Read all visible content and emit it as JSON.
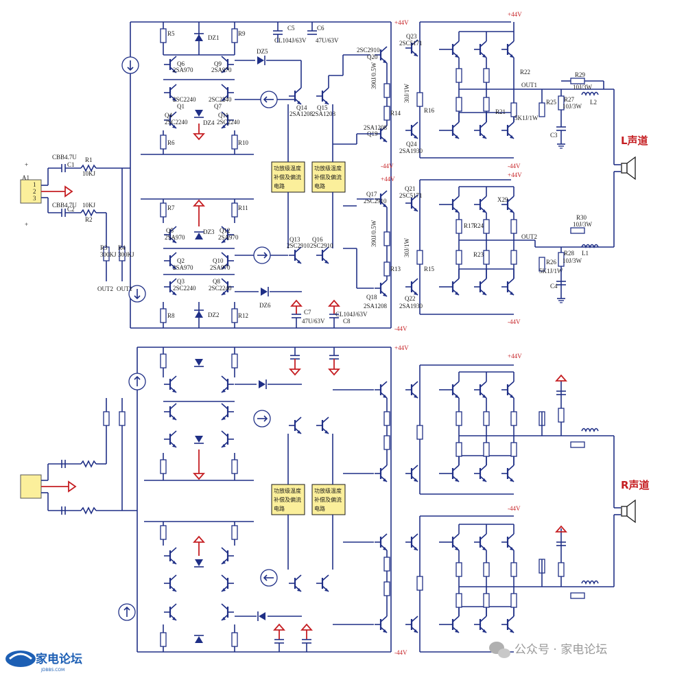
{
  "channels": {
    "left": "L声道",
    "right": "R声道"
  },
  "rails": {
    "pos": "+44V",
    "neg": "-44V",
    "pos_flip": "+44V",
    "neg_flip": "-44V"
  },
  "comp_box": [
    "功放级温度",
    "补偿及偏流",
    "电路"
  ],
  "watermark": {
    "text": "公众号 · 家电论坛",
    "logo": "家电论坛",
    "logo_sub": "JDBBS.COM"
  },
  "top": {
    "input": {
      "name": "A1",
      "pins": [
        "1",
        "2",
        "3"
      ],
      "plus_top": "+",
      "plus_bot": "+"
    },
    "caps": [
      {
        "ref": "C1",
        "val": "CBB4.7U"
      },
      {
        "ref": "C2",
        "val": "CBB4.7U"
      }
    ],
    "input_res": [
      {
        "ref": "R1",
        "val": "10KJ"
      },
      {
        "ref": "R2",
        "val": "10KJ"
      }
    ],
    "bias_res": [
      {
        "ref": "R3",
        "val": "300KJ"
      },
      {
        "ref": "R4",
        "val": "300KJ"
      }
    ],
    "outs": [
      "OUT2",
      "OUT1"
    ],
    "resistors": [
      "R5",
      "R9",
      "R6",
      "R10",
      "R7",
      "R11",
      "R8",
      "R12"
    ],
    "zeners": [
      "DZ1",
      "DZ4",
      "DZ3",
      "DZ2",
      "DZ5",
      "DZ6"
    ],
    "q_top": [
      {
        "ref": "Q6",
        "type": "2SA970"
      },
      {
        "ref": "Q9",
        "type": "2SA970"
      },
      {
        "ref": "Q1",
        "type": "2SC2240"
      },
      {
        "ref": "Q7",
        "type": "2SC2240"
      },
      {
        "ref": "Q4",
        "type": "2SC2240"
      },
      {
        "ref": "Q11",
        "type": "2SC2240"
      },
      {
        "ref": "Q14",
        "type": "2SA1208"
      },
      {
        "ref": "Q15",
        "type": "2SA1208"
      }
    ],
    "q_mid": [
      {
        "ref": "Q5",
        "type": "2SA970"
      },
      {
        "ref": "Q12",
        "type": "2SA970"
      },
      {
        "ref": "Q2",
        "type": "2SA970"
      },
      {
        "ref": "Q10",
        "type": "2SA970"
      },
      {
        "ref": "Q3",
        "type": "2SC2240"
      },
      {
        "ref": "Q8",
        "type": "2SC2240"
      },
      {
        "ref": "Q13",
        "type": "2SC2910"
      },
      {
        "ref": "Q16",
        "type": "2SC2910"
      }
    ],
    "caps_top": [
      {
        "ref": "C5",
        "val": "CL104J/63V"
      },
      {
        "ref": "C6",
        "val": "47U/63V"
      }
    ],
    "caps_bot": [
      {
        "ref": "C7",
        "val": "47U/63V"
      },
      {
        "ref": "C8",
        "val": "CL104J/63V"
      }
    ],
    "drivers": [
      {
        "ref": "Q20",
        "type": "2SC2910"
      },
      {
        "ref": "Q19",
        "type": "2SA1208"
      },
      {
        "ref": "Q17",
        "type": "2SC2910"
      },
      {
        "ref": "Q18",
        "type": "2SA1208"
      }
    ],
    "power": [
      {
        "ref": "Q23",
        "type": "2SC5171"
      },
      {
        "ref": "Q24",
        "type": "2SA1930"
      },
      {
        "ref": "Q21",
        "type": "2SC5171"
      },
      {
        "ref": "Q22",
        "type": "2SA1930"
      }
    ],
    "emitter_res": [
      "390J/0.5W",
      "390J/0.5W",
      "30J/1W",
      "30J/1W"
    ],
    "r_labels": [
      "R13",
      "R14",
      "R15",
      "R16",
      "R17",
      "R21",
      "R22",
      "R23",
      "R24"
    ],
    "out_nets": [
      "OUT1",
      "OUT2"
    ],
    "zobel": [
      {
        "ref": "R25",
        "val": "5K1J/1W"
      },
      {
        "ref": "R27",
        "val": "10J/3W"
      },
      {
        "ref": "R29",
        "val": "10J/3W"
      },
      {
        "ref": "R26",
        "val": "5K1J/1W"
      },
      {
        "ref": "R28",
        "val": "10J/3W"
      },
      {
        "ref": "R30",
        "val": "10J/3W"
      }
    ],
    "inductors": [
      "L2",
      "L1"
    ],
    "zobel_caps": [
      "C3",
      "C4"
    ],
    "misc": [
      "X29"
    ]
  }
}
